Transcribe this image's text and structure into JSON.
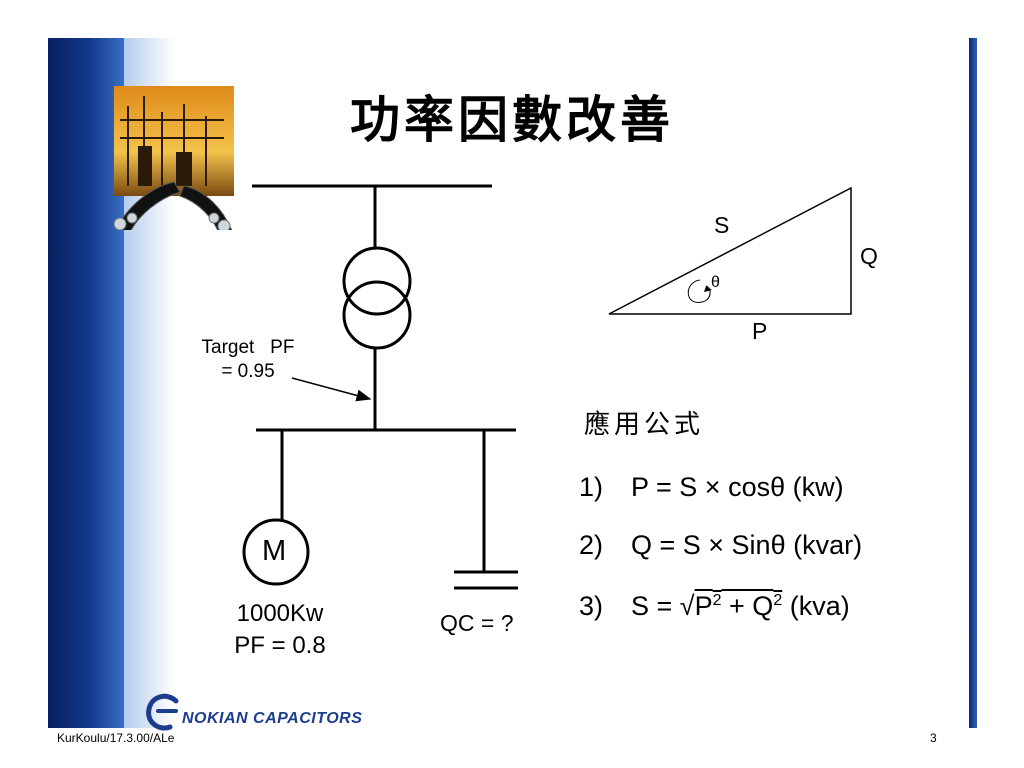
{
  "slide": {
    "title": "功率因數改善",
    "accent_color": "#113a8c"
  },
  "diagram": {
    "target_pf_line1": "Target   PF",
    "target_pf_line2": "= 0.95",
    "motor_symbol": "M",
    "motor_power": "1000Kw",
    "motor_pf": "PF = 0.8",
    "capacitor_label": "QC = ?"
  },
  "triangle": {
    "hypotenuse": "S",
    "vertical": "Q",
    "base": "P",
    "angle": "θ"
  },
  "formulas": {
    "heading": "應用公式",
    "items": [
      {
        "num": "1)",
        "text": "P = S × cosθ (kw)"
      },
      {
        "num": "2)",
        "text": "Q = S × Sinθ (kvar)"
      },
      {
        "num": "3)",
        "lhs": "S = √",
        "p": "P",
        "plus": " + Q",
        "sup": "2",
        "unit": " (kva)"
      }
    ]
  },
  "brand": {
    "name": "NOKIAN CAPACITORS"
  },
  "footer": {
    "left": "KurKoulu/17.3.00/ALe",
    "page": "3"
  }
}
